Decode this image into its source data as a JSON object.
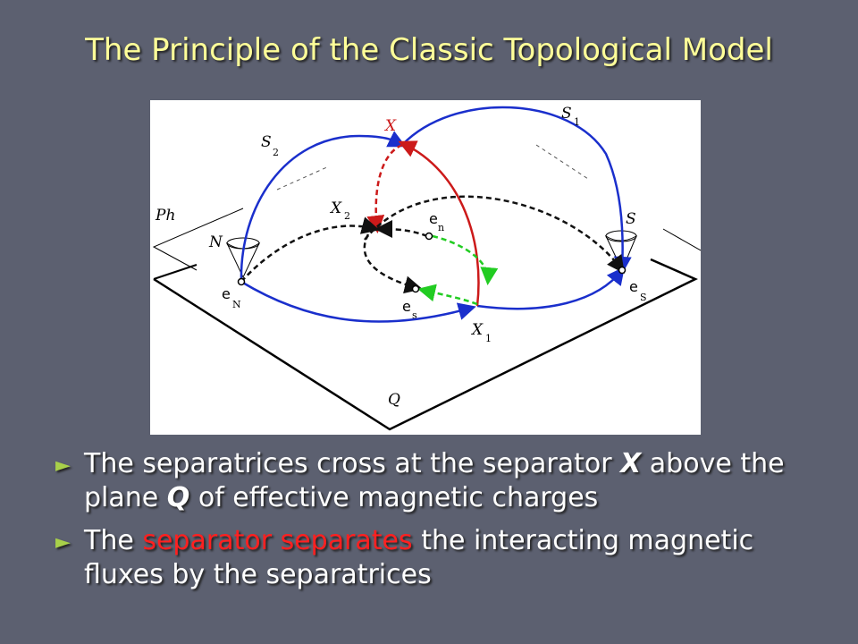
{
  "slide": {
    "title": "The Principle of the Classic Topological Model"
  },
  "diagram": {
    "labels": {
      "X": "X",
      "S1": "S",
      "S1_sub": "1",
      "S2": "S",
      "S2_sub": "2",
      "Ph": "Ph",
      "X2": "X",
      "X2_sub": "2",
      "en": "e",
      "en_sub": "n",
      "S": "S",
      "N": "N",
      "eN": "e",
      "eN_sub": "N",
      "es": "e",
      "es_sub": "s",
      "eS": "e",
      "eS_sub": "S",
      "X1": "X",
      "X1_sub": "1",
      "Q": "Q"
    },
    "colors": {
      "separatrix": "#1a2fcc",
      "separator": "#cc1a1a",
      "field_line": "#111111",
      "green_line": "#22cc22"
    }
  },
  "bullets": [
    {
      "marker": "►",
      "t1": "The separatrices cross at the separator ",
      "em1": "X",
      "t2": " above the plane ",
      "em2": "Q",
      "t3": " of effective magnetic charges"
    },
    {
      "marker": "►",
      "t1": "The ",
      "hl": "separator separates",
      "t2": " the interacting magnetic fluxes by the separatrices"
    }
  ],
  "colors": {
    "background": "#5c6070",
    "title": "#ffff99",
    "bullet_marker": "#a8d04a",
    "highlight": "#ff2020"
  }
}
